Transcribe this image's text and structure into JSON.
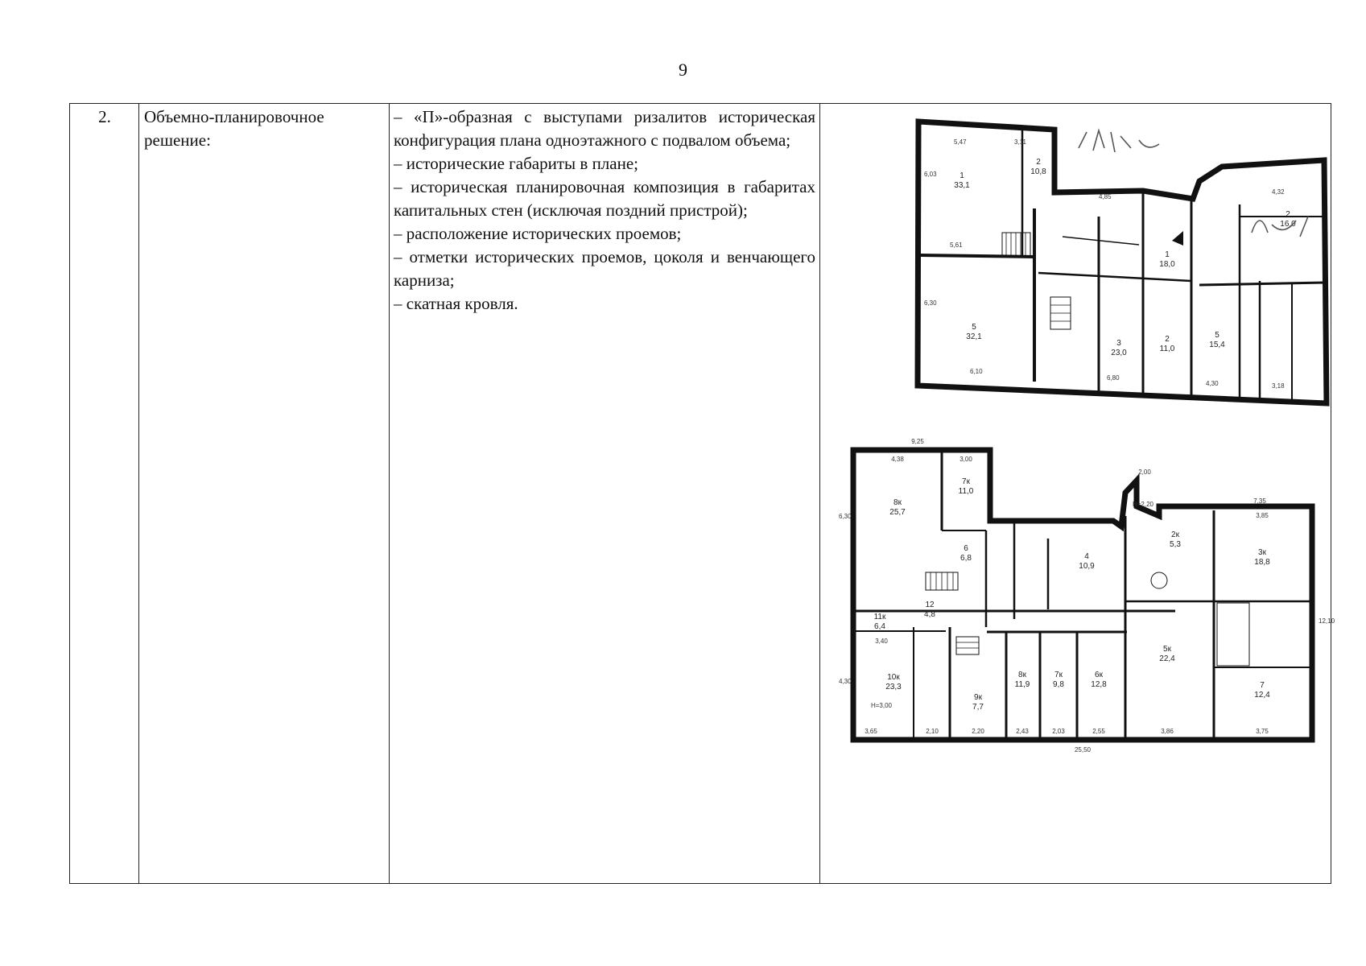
{
  "page_number": "9",
  "row": {
    "number": "2.",
    "title": "Объемно-планировочное решение:",
    "items": [
      "– «П»-образная с выступами ризалитов историческая конфигурация плана одноэтажного с подвалом объема;",
      "– исторические габариты в плане;",
      "– историческая планировочная композиция в габаритах капитальных стен (исключая поздний пристрой);",
      "– расположение исторических проемов;",
      "– отметки исторических проемов, цоколя и венчающего карниза;",
      "– скатная кровля."
    ]
  },
  "plan_upper": {
    "rooms": [
      {
        "no": "1",
        "area": "33,1"
      },
      {
        "no": "2",
        "area": "10,8"
      },
      {
        "no": "5",
        "area": "32,1"
      },
      {
        "no": "1",
        "area": "18,0"
      },
      {
        "no": "3",
        "area": "23,0"
      },
      {
        "no": "2",
        "area": "11,0"
      },
      {
        "no": "5",
        "area": "15,4"
      },
      {
        "no": "2",
        "area": "16,0"
      }
    ],
    "dimensions": [
      "5,47",
      "3,11",
      "5,61",
      "6,10",
      "6,80",
      "4,30",
      "3,18",
      "4,85",
      "4,32",
      "6,30",
      "6,03"
    ]
  },
  "plan_lower": {
    "rooms": [
      {
        "no": "8к",
        "area": "25,7"
      },
      {
        "no": "7к",
        "area": "11,0"
      },
      {
        "no": "6",
        "area": "6,8"
      },
      {
        "no": "4",
        "area": "10,9"
      },
      {
        "no": "2к",
        "area": "5,3"
      },
      {
        "no": "3к",
        "area": "18,8"
      },
      {
        "no": "11к",
        "area": "6,4"
      },
      {
        "no": "12",
        "area": "4,8"
      },
      {
        "no": "10к",
        "area": "23,3"
      },
      {
        "no": "9к",
        "area": "7,7"
      },
      {
        "no": "8к",
        "area": "11,9"
      },
      {
        "no": "7к",
        "area": "9,8"
      },
      {
        "no": "6к",
        "area": "12,8"
      },
      {
        "no": "5к",
        "area": "22,4"
      },
      {
        "no": "7",
        "area": "12,4"
      }
    ],
    "dimensions": [
      "9,25",
      "4,38",
      "3,00",
      "7,35",
      "3,85",
      "2,00",
      "3,40",
      "3,65",
      "2,10",
      "2,20",
      "2,43",
      "2,03",
      "2,55",
      "3,86",
      "3,75",
      "25,50",
      "12,10",
      "6,30",
      "4,30",
      "Н=3,00",
      "Н=2,20"
    ]
  }
}
